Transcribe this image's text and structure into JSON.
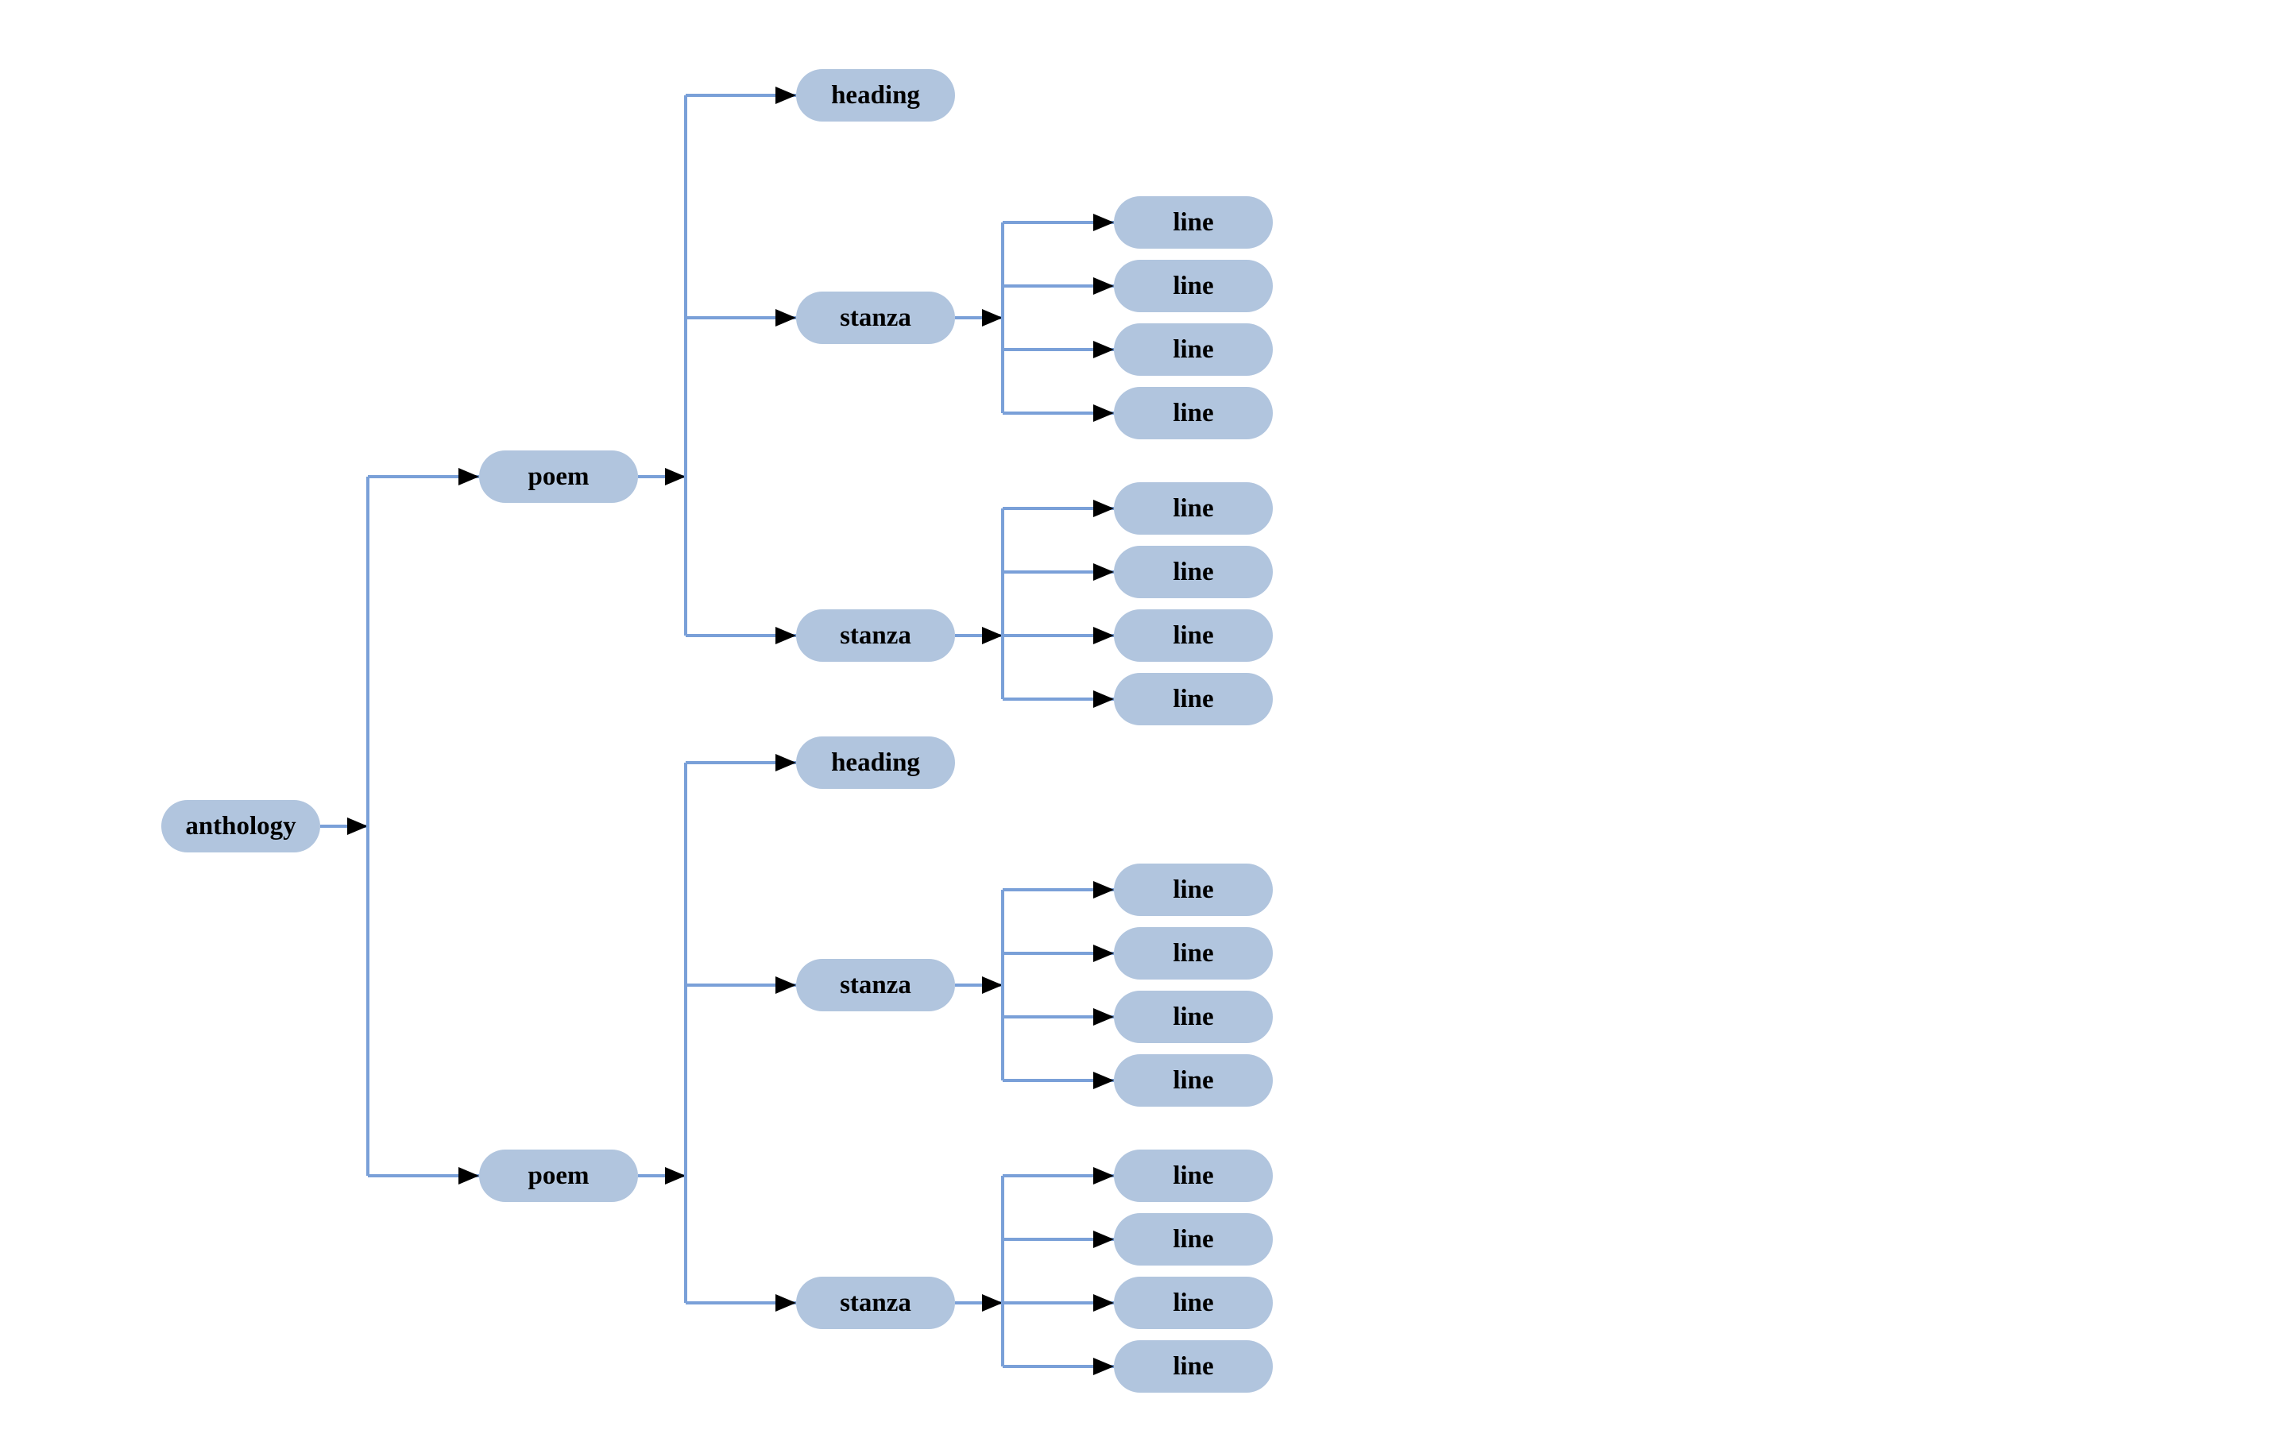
{
  "colors": {
    "background": "#ffffff",
    "node_fill": "#b1c5de",
    "edge_line": "#7aa0d8",
    "arrowhead": "#000000",
    "text": "#000000"
  },
  "diagram": {
    "type": "tree",
    "direction": "left-to-right",
    "root": {
      "label": "anthology",
      "children": [
        {
          "label": "poem",
          "children": [
            {
              "label": "heading",
              "children": []
            },
            {
              "label": "stanza",
              "children": [
                {
                  "label": "line",
                  "children": []
                },
                {
                  "label": "line",
                  "children": []
                },
                {
                  "label": "line",
                  "children": []
                },
                {
                  "label": "line",
                  "children": []
                }
              ]
            },
            {
              "label": "stanza",
              "children": [
                {
                  "label": "line",
                  "children": []
                },
                {
                  "label": "line",
                  "children": []
                },
                {
                  "label": "line",
                  "children": []
                },
                {
                  "label": "line",
                  "children": []
                }
              ]
            }
          ]
        },
        {
          "label": "poem",
          "children": [
            {
              "label": "heading",
              "children": []
            },
            {
              "label": "stanza",
              "children": [
                {
                  "label": "line",
                  "children": []
                },
                {
                  "label": "line",
                  "children": []
                },
                {
                  "label": "line",
                  "children": []
                },
                {
                  "label": "line",
                  "children": []
                }
              ]
            },
            {
              "label": "stanza",
              "children": [
                {
                  "label": "line",
                  "children": []
                },
                {
                  "label": "line",
                  "children": []
                },
                {
                  "label": "line",
                  "children": []
                },
                {
                  "label": "line",
                  "children": []
                }
              ]
            }
          ]
        }
      ]
    }
  }
}
